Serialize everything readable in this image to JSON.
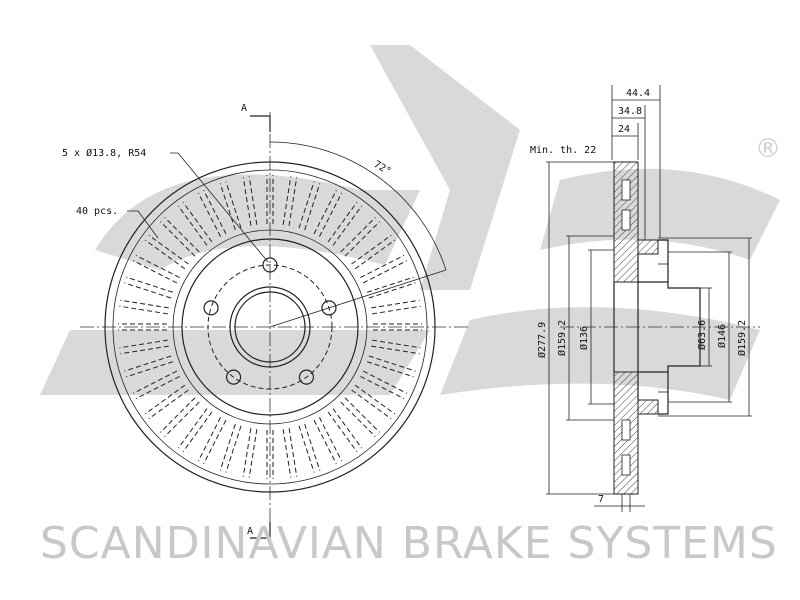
{
  "brand": {
    "text": "SCANDINAVIAN BRAKE SYSTEMS",
    "registered_mark": "®"
  },
  "front_view": {
    "section_mark_top": "A",
    "section_mark_bottom": "A",
    "bolt_note": "5 x Ø13.8, R54",
    "vane_note": "40 pcs.",
    "angle_label": "72°"
  },
  "side_view": {
    "min_thickness": "Min. th. 22",
    "dim_total_width": "44.4",
    "dim_hat_depth": "34.8",
    "dim_disc_thickness": "24",
    "dim_outer_diameter": "Ø277.9",
    "dim_inner_braking_diameter": "Ø159.2",
    "dim_hat_outer": "Ø136",
    "dim_center_bore": "Ø63.6",
    "dim_hat_inner": "Ø146",
    "dim_hat_diameter_right": "Ø159.2",
    "dim_bottom": "7"
  },
  "colors": {
    "line": "#222222",
    "watermark": "#d9d9d9",
    "brand_text": "#c8c8c8"
  }
}
